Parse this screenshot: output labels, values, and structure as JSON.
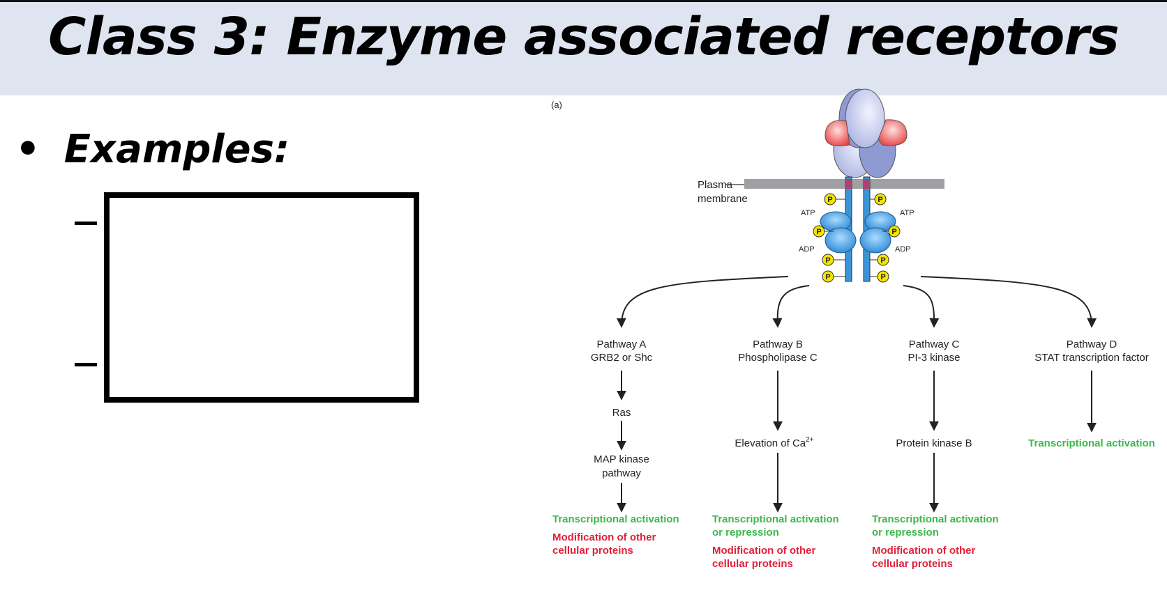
{
  "slide": {
    "title": "Class 3:  Enzyme associated receptors",
    "bullet_symbol": "•",
    "bullet_text": "Examples:"
  },
  "diagram": {
    "panel_label": "(a)",
    "membrane_label_1": "Plasma",
    "membrane_label_2": "membrane",
    "atp": "ATP",
    "adp": "ADP",
    "phosphate": "P",
    "pathways": [
      {
        "name": "Pathway A",
        "enzyme": "GRB2 or Shc",
        "steps": [
          "Ras",
          "MAP kinase",
          "pathway"
        ],
        "green": [
          "Transcriptional activation"
        ],
        "red": [
          "Modification of other",
          "cellular proteins"
        ]
      },
      {
        "name": "Pathway B",
        "enzyme": "Phospholipase C",
        "steps": [
          "Elevation of Ca",
          "2+"
        ],
        "green": [
          "Transcriptional activation",
          "or repression"
        ],
        "red": [
          "Modification of other",
          "cellular proteins"
        ]
      },
      {
        "name": "Pathway C",
        "enzyme": "PI-3 kinase",
        "steps": [
          "Protein kinase B"
        ],
        "green": [
          "Transcriptional activation",
          "or repression"
        ],
        "red": [
          "Modification of other",
          "cellular proteins"
        ]
      },
      {
        "name": "Pathway D",
        "enzyme": "STAT transcription factor",
        "steps": [],
        "green": [
          "Transcriptional activation"
        ],
        "red": []
      }
    ],
    "colors": {
      "green": "#3cb84a",
      "red": "#e0203a",
      "kinase": "#2a8fd6",
      "ligand": "#e84848",
      "receptor": "#b8c0e6",
      "phosphate": "#f5e400"
    }
  }
}
